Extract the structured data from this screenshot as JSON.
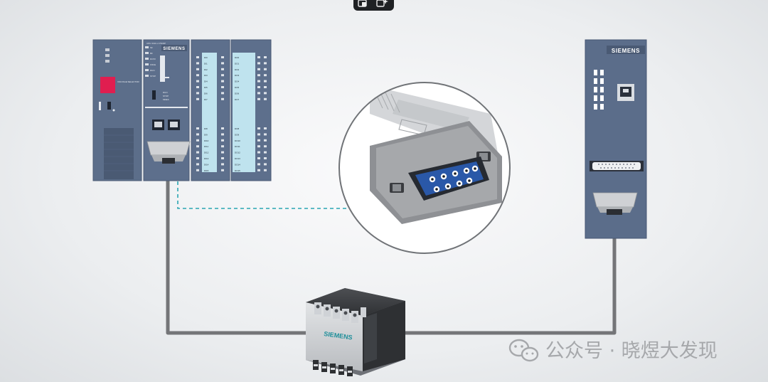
{
  "plc": {
    "brand": "SIEMENS",
    "cpu_label": "CPU 313C-2 PN/DP",
    "selector_label": "VOLTAGE SELECTOR",
    "switch_labels": [
      "RUN",
      "STOP",
      "MRES"
    ],
    "led_labels": [
      "SF",
      "BF",
      "DC5V",
      "FRCE",
      "RUN",
      "STOP"
    ],
    "input_labels_a": [
      "DI0",
      "DI1",
      "DI2",
      "DI3",
      "DI4",
      "DI5",
      "DI6",
      "DI7"
    ],
    "output_labels_a": [
      "DO0",
      "DO1",
      "DO2",
      "DO3",
      "DO4",
      "DO5",
      "DO6",
      "DO7"
    ],
    "input_labels_b": [
      "DI8",
      "DI9",
      "DI10",
      "DI11",
      "DI12",
      "DI13",
      "DI14",
      "DI15"
    ],
    "output_labels_b": [
      "DO8",
      "DO9",
      "DO10",
      "DO11",
      "DO12",
      "DO13",
      "DO14",
      "DO15"
    ]
  },
  "et200": {
    "brand": "SIEMENS"
  },
  "repeater": {
    "brand": "SIEMENS"
  },
  "watermark": {
    "text": "公众号 · 晓煜大发现"
  },
  "colors": {
    "cable": "#747578",
    "dashed_leader": "#2aa6b2",
    "module_blue": "#5d6f8c",
    "connector_blue": "#2a58a8",
    "selector_red": "#e01e50"
  },
  "icons": [
    "window-toggle-icon",
    "edit-sparkle-icon",
    "wechat-icon",
    "rj45-port-icon",
    "db9-connector-icon",
    "db25-connector-icon"
  ]
}
